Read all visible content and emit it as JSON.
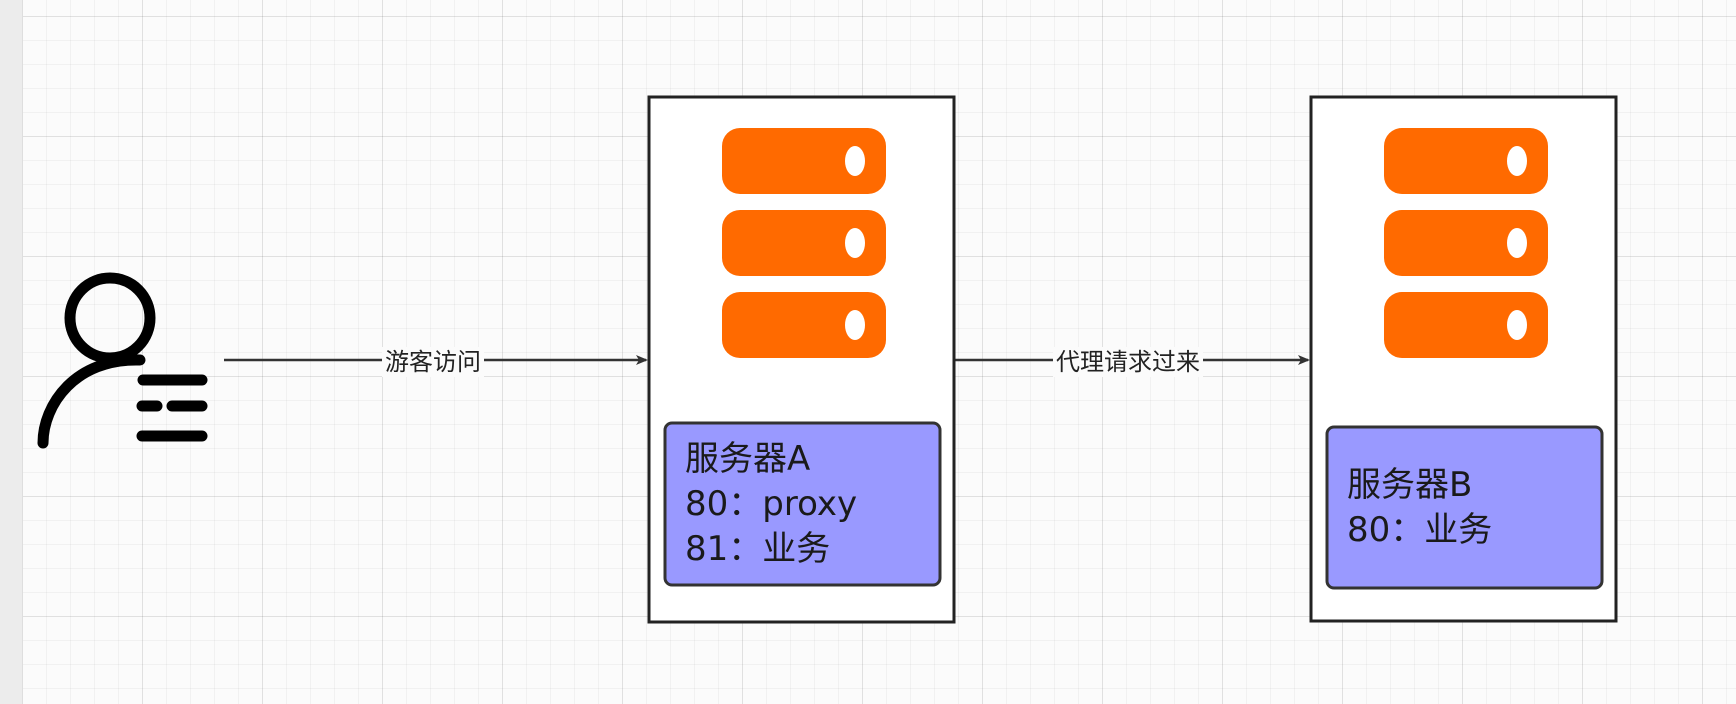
{
  "edges": {
    "visitor_to_a": "游客访问",
    "a_to_b": "代理请求过来"
  },
  "server_a": {
    "name": "服务器A",
    "line1": "80：proxy",
    "line2": "81：业务"
  },
  "server_b": {
    "name": "服务器B",
    "line1": "80：业务"
  },
  "colors": {
    "server_icon": "#ff6a00",
    "label_fill": "#9999ff",
    "stroke": "#222222"
  },
  "icons": {
    "visitor": "user-list-icon",
    "server": "server-stack-icon"
  }
}
